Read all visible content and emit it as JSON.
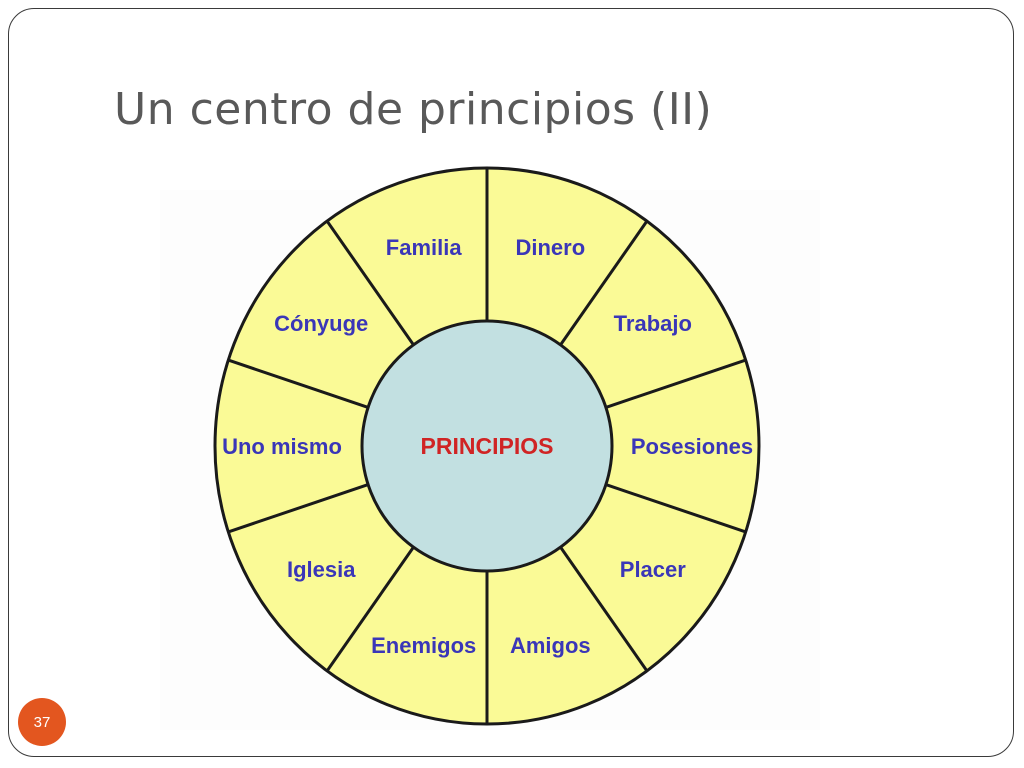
{
  "slide": {
    "title": "Un centro de principios (II)",
    "number": "37"
  },
  "diagram": {
    "center_label": "PRINCIPIOS",
    "segments": [
      "Dinero",
      "Trabajo",
      "Posesiones",
      "Placer",
      "Amigos",
      "Enemigos",
      "Iglesia",
      "Uno mismo",
      "Cónyuge",
      "Familia"
    ],
    "colors": {
      "ring_fill": "#fafa96",
      "center_fill": "#c2e0e1",
      "outline": "#1a1a1a",
      "segment_text": "#3a36b8",
      "center_text": "#d02424"
    }
  }
}
